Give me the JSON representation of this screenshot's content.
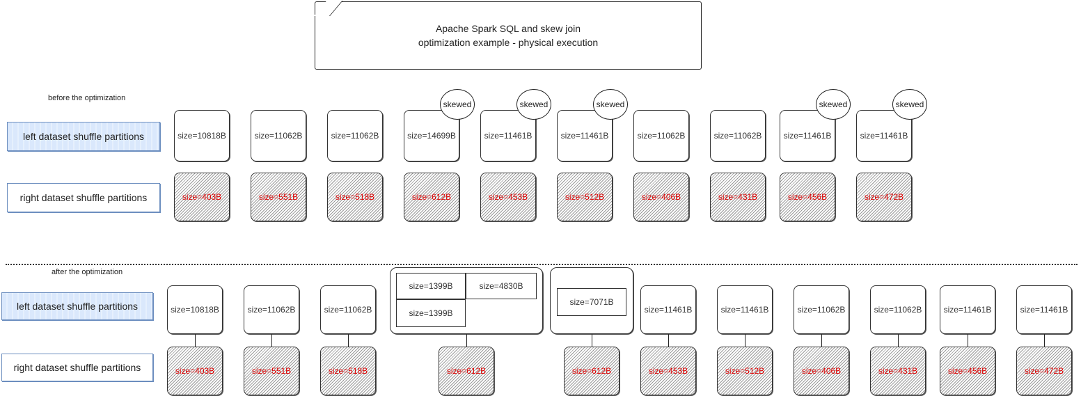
{
  "title_lines": [
    "Apache Spark SQL and skew join",
    "optimization example - physical execution"
  ],
  "before": {
    "label": "before the optimization",
    "left_label": "left dataset shuffle partitions",
    "right_label": "right dataset shuffle partitions",
    "skew_label": "skewed",
    "left": [
      "size=10818B",
      "size=11062B",
      "size=11062B",
      "size=14699B",
      "size=11461B",
      "size=11461B",
      "size=11062B",
      "size=11062B",
      "size=11461B",
      "size=11461B"
    ],
    "skewed_flags": [
      false,
      false,
      false,
      true,
      true,
      true,
      false,
      false,
      true,
      true
    ],
    "right": [
      "size=403B",
      "size=551B",
      "size=518B",
      "size=612B",
      "size=453B",
      "size=512B",
      "size=406B",
      "size=431B",
      "size=456B",
      "size=472B"
    ]
  },
  "after": {
    "label": "after the optimization",
    "left_label": "left dataset shuffle partitions",
    "right_label": "right dataset shuffle partitions",
    "left_simple_1": [
      "size=10818B",
      "size=11062B",
      "size=11062B"
    ],
    "group1": [
      "size=1399B",
      "size=4830B",
      "size=1399B"
    ],
    "group2": [
      "size=7071B"
    ],
    "left_simple_2": [
      "size=11461B",
      "size=11461B",
      "size=11062B",
      "size=11062B",
      "size=11461B",
      "size=11461B"
    ],
    "right": [
      "size=403B",
      "size=551B",
      "size=518B",
      "size=612B",
      "size=612B",
      "size=453B",
      "size=512B",
      "size=406B",
      "size=431B",
      "size=456B",
      "size=472B"
    ]
  },
  "colors": {
    "label_fill": "#dae8fc",
    "label_border": "#6c8ebf",
    "right_text": "#d00000"
  }
}
